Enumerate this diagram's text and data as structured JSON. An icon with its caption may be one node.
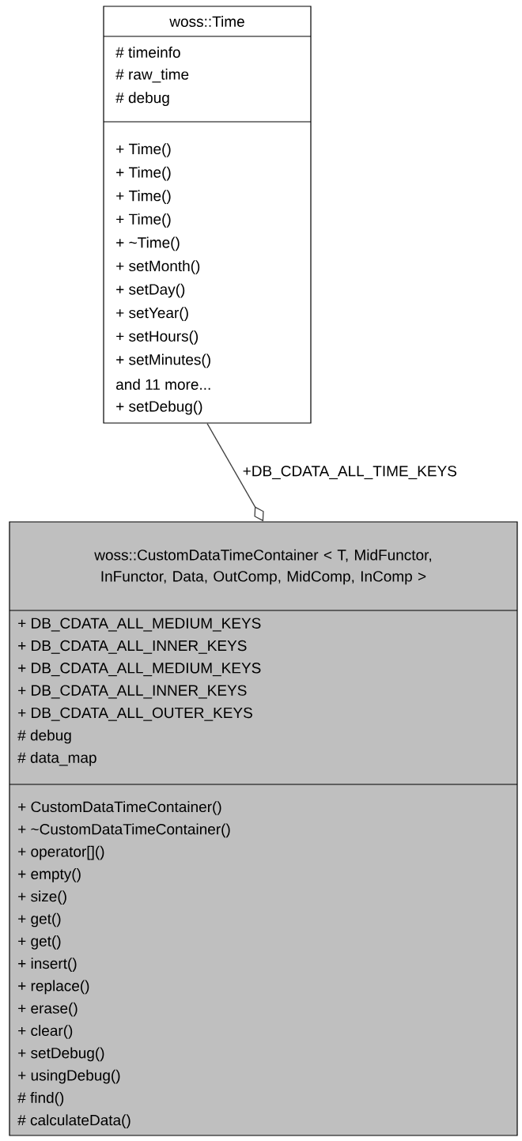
{
  "diagram": {
    "nodes": [
      {
        "text": [
          "woss::Time",
          "# timeinfo",
          "# raw_time",
          "# debug",
          "+ Time()",
          "+ Time()",
          "+ Time()",
          "+ Time()",
          "+ ~Time()",
          "+ setMonth()",
          "+ setDay()",
          "+ setYear()",
          "+ setHours()",
          "+ setMinutes()",
          "and 11 more...",
          "+ setDebug()"
        ]
      },
      {
        "text": [
          "woss::CustomDataTimeContainer < T, MidFunctor, InFunctor, Data, OutComp, MidComp, InComp >",
          "+ DB_CDATA_ALL_MEDIUM_KEYS",
          "+ DB_CDATA_ALL_INNER_KEYS",
          "+ DB_CDATA_ALL_MEDIUM_KEYS",
          "+ DB_CDATA_ALL_INNER_KEYS",
          "+ DB_CDATA_ALL_OUTER_KEYS",
          "# debug",
          "# data_map",
          "+ CustomDataTimeContainer()",
          "+ ~CustomDataTimeContainer()",
          "+ operator[]()",
          "+ empty()",
          "+ size()",
          "+ get()",
          "+ get()",
          "+ insert()",
          "+ replace()",
          "+ erase()",
          "+ clear()",
          "+ setDebug()",
          "+ usingDebug()",
          "# find()",
          "# calculateData()"
        ]
      }
    ],
    "edges": [
      {
        "from": 0,
        "to": 1,
        "arrow": "other",
        "label": "+DB_CDATA_ALL_TIME_KEYS"
      }
    ]
  }
}
